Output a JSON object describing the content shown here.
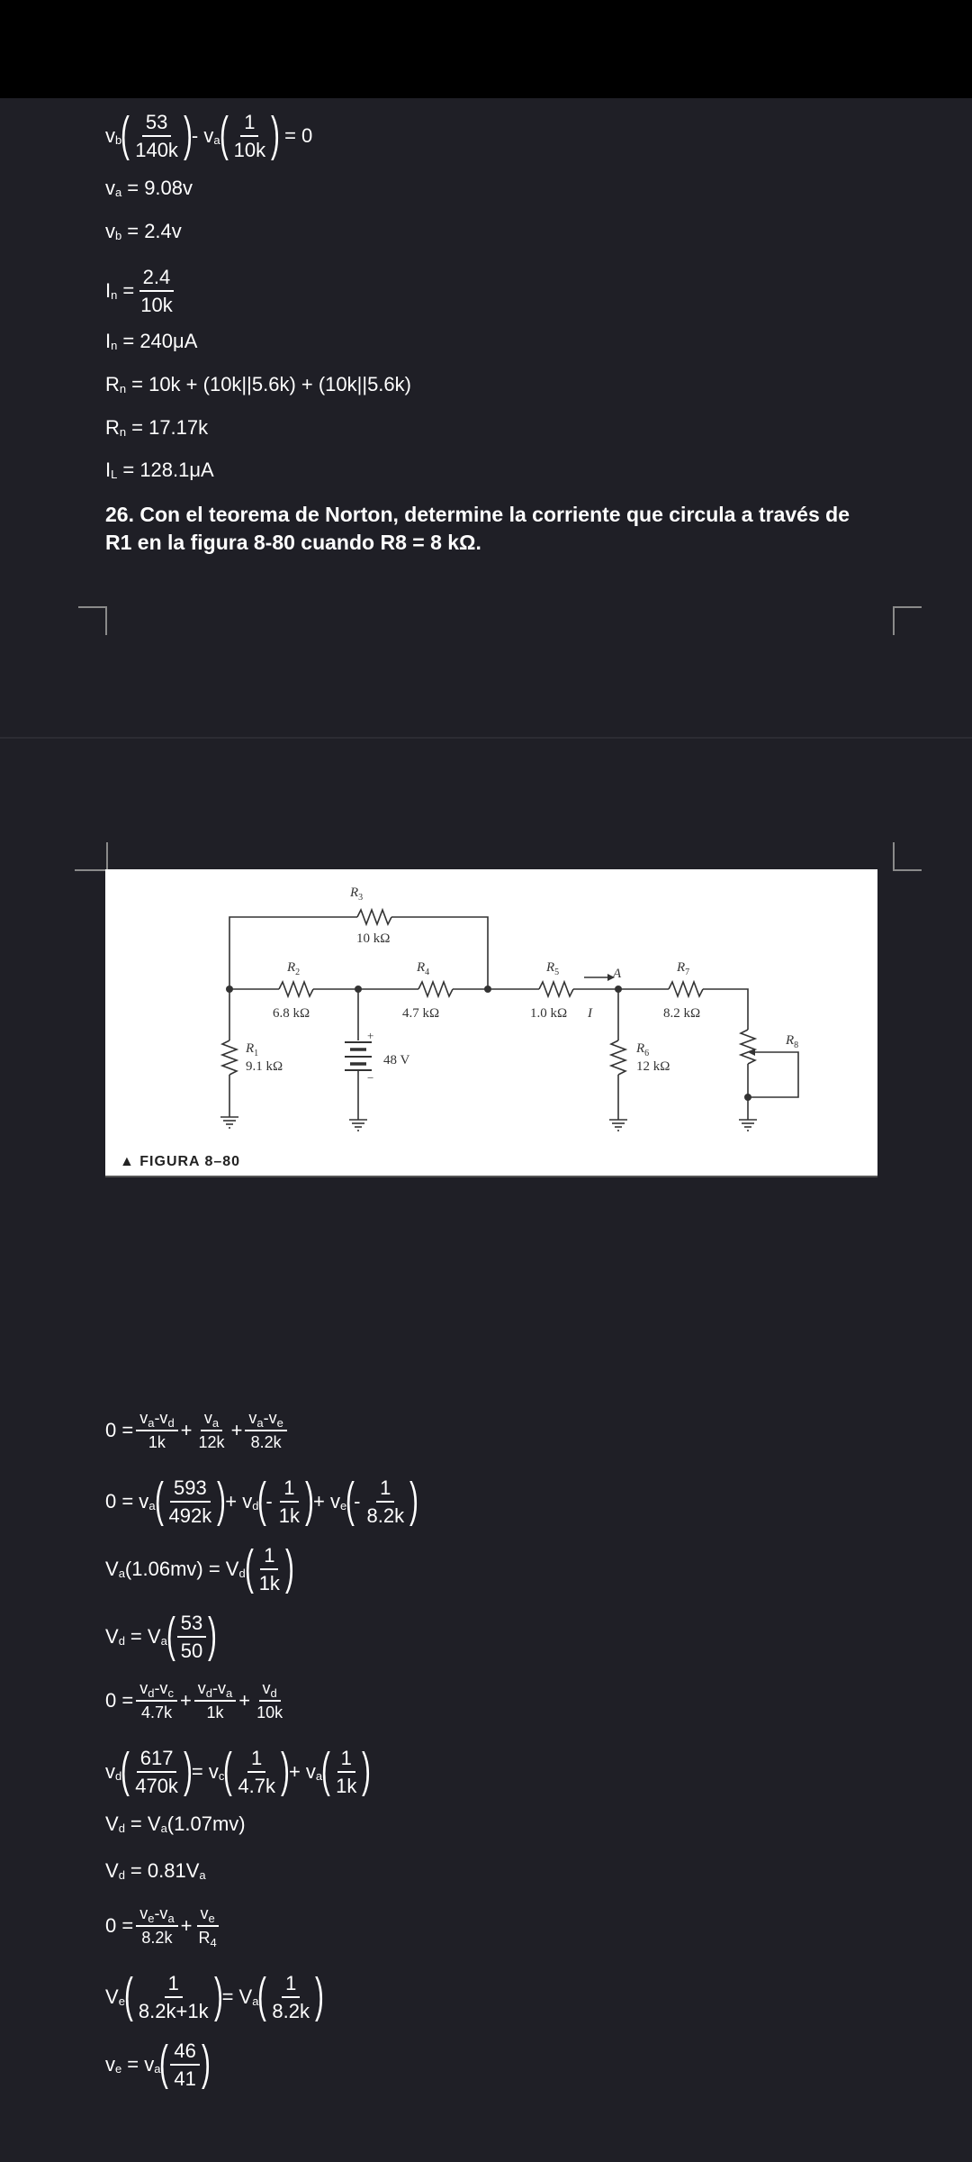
{
  "problem": {
    "text": "26. Con el teorema de Norton, determine la corriente que circula a través de R1 en la figura 8-80 cuando R8 = 8 kΩ."
  },
  "figure": {
    "caption": "▲ FIGURA 8–80",
    "components": {
      "R1": {
        "name": "R",
        "sub": "1",
        "value": "9.1 kΩ"
      },
      "R2": {
        "name": "R",
        "sub": "2",
        "value": "6.8 kΩ"
      },
      "R3": {
        "name": "R",
        "sub": "3",
        "value": "10 kΩ"
      },
      "R4": {
        "name": "R",
        "sub": "4",
        "value": "4.7 kΩ"
      },
      "R5": {
        "name": "R",
        "sub": "5",
        "value": "1.0 kΩ"
      },
      "R6": {
        "name": "R",
        "sub": "6",
        "value": "12 kΩ"
      },
      "R7": {
        "name": "R",
        "sub": "7",
        "value": "8.2 kΩ"
      },
      "R8": {
        "name": "R",
        "sub": "8"
      },
      "source": {
        "value": "48 V",
        "plus": "+",
        "minus": "−"
      },
      "node_A": "A",
      "current": "I"
    }
  },
  "eqs_top": {
    "e1": {
      "a": "v",
      "a_sub": "b",
      "f1_num": "53",
      "f1_den": "140k",
      "mid": "- v",
      "mid_sub": "a",
      "f2_num": "1",
      "f2_den": "10k",
      "tail": "= 0"
    },
    "e2": {
      "a": "v",
      "a_sub": "a",
      "rest": "= 9.08v"
    },
    "e3": {
      "a": "v",
      "a_sub": "b",
      "rest": "= 2.4v"
    },
    "e4": {
      "a": "I",
      "a_sub": "n",
      "eq": "=",
      "num": "2.4",
      "den": "10k"
    },
    "e5": {
      "a": "I",
      "a_sub": "n",
      "rest": "= 240μA"
    },
    "e6": {
      "a": "R",
      "a_sub": "n",
      "rest": "= 10k + (10k||5.6k) + (10k||5.6k)"
    },
    "e7": {
      "a": "R",
      "a_sub": "n",
      "rest": "= 17.17k"
    },
    "e8": {
      "a": "I",
      "a_sub": "L",
      "rest": "= 128.1μA"
    }
  },
  "eqs_bottom": {
    "b1": {
      "lhs": "0 =",
      "n1": "v",
      "n1s1": "a",
      "n1m": "-v",
      "n1s2": "d",
      "d1": "1k",
      "n2": "v",
      "n2s": "a",
      "d2": "12k",
      "n3": "v",
      "n3s1": "a",
      "n3m": "-v",
      "n3s2": "e",
      "d3": "8.2k",
      "plus": "+"
    },
    "b2": {
      "lhs": "0 = v",
      "s1": "a",
      "f1n": "593",
      "f1d": "492k",
      "p1": "+ v",
      "s2": "d",
      "f2n": "1",
      "f2d": "1k",
      "p2": "+ v",
      "s3": "e",
      "f3n": "1",
      "f3d": "8.2k",
      "neg": "-"
    },
    "b3": {
      "a": "V",
      "as": "a",
      "mid": "(1.06mv) = V",
      "ms": "d",
      "fn": "1",
      "fd": "1k"
    },
    "b4": {
      "a": "V",
      "as": "d",
      "mid": "= V",
      "ms": "a",
      "fn": "53",
      "fd": "50"
    },
    "b5": {
      "lhs": "0 =",
      "n1": "v",
      "n1s1": "d",
      "n1m": "-v",
      "n1s2": "c",
      "d1": "4.7k",
      "n2": "v",
      "n2s1": "d",
      "n2m": "-v",
      "n2s2": "a",
      "d2": "1k",
      "n3": "v",
      "n3s": "d",
      "d3": "10k",
      "plus": "+"
    },
    "b6": {
      "a": "v",
      "as": "d",
      "f1n": "617",
      "f1d": "470k",
      "m1": "= v",
      "ms1": "c",
      "f2n": "1",
      "f2d": "4.7k",
      "m2": "+ v",
      "ms2": "a",
      "f3n": "1",
      "f3d": "1k"
    },
    "b7": {
      "a": "V",
      "as": "d",
      "mid": "= V",
      "ms": "a",
      "tail": "(1.07mv)"
    },
    "b8": {
      "a": "V",
      "as": "d",
      "mid": "= 0.81V",
      "ms": "a"
    },
    "b9": {
      "lhs": "0 =",
      "n1": "v",
      "n1s1": "e",
      "n1m": "-v",
      "n1s2": "a",
      "d1": "8.2k",
      "n2": "v",
      "n2s": "e",
      "d2": "R",
      "d2s": "4",
      "plus": "+"
    },
    "b10": {
      "a": "V",
      "as": "e",
      "f1n": "1",
      "f1d": "8.2k+1k",
      "mid": "= V",
      "ms": "a",
      "f2n": "1",
      "f2d": "8.2k"
    },
    "b11": {
      "a": "v",
      "as": "e",
      "mid": "= v",
      "ms": "a",
      "fn": "46",
      "fd": "41"
    }
  }
}
